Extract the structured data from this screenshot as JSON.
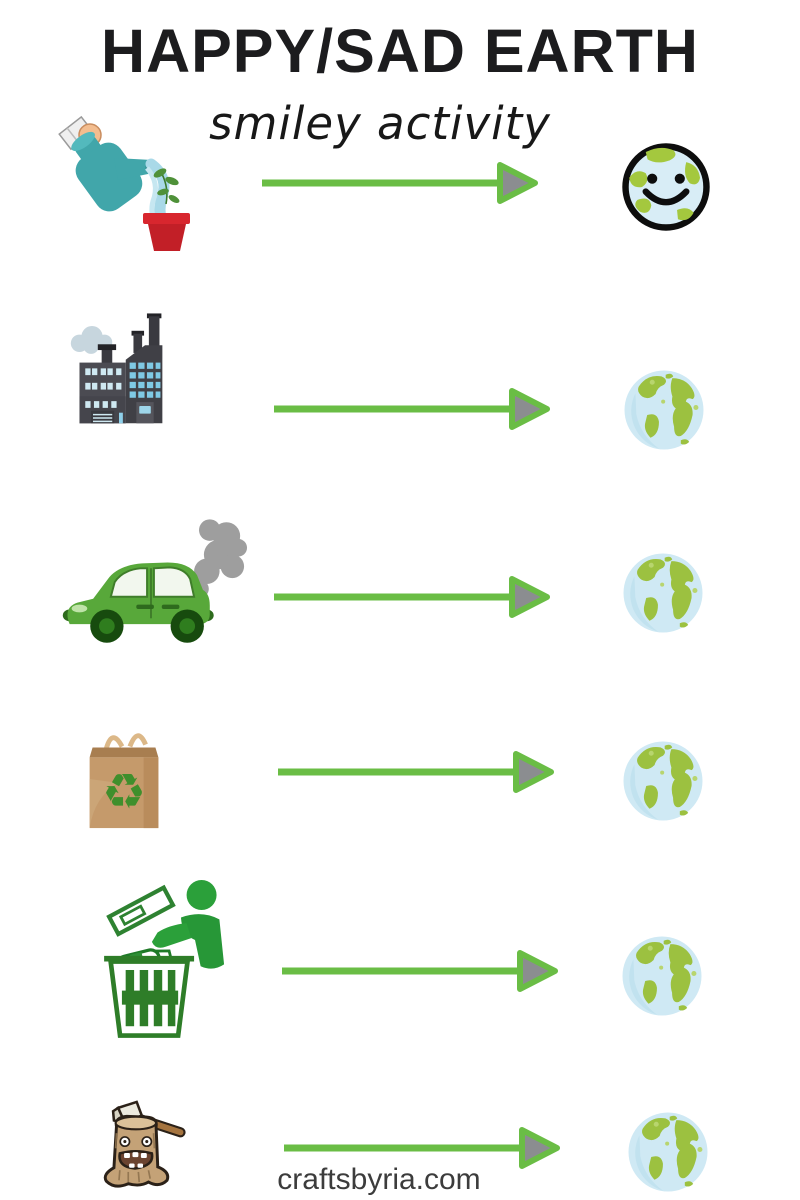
{
  "page": {
    "title": "HAPPY/SAD EARTH",
    "subtitle": "smiley activity",
    "footer": "craftsbyria.com"
  },
  "rows": [
    {
      "activity_icon": "watering-plants-icon",
      "connector_icon": "green-arrow-icon",
      "earth_icon": "happy-smiley-earth-icon",
      "earth_state": "happy"
    },
    {
      "activity_icon": "factory-pollution-icon",
      "connector_icon": "green-arrow-icon",
      "earth_icon": "earth-globe-icon",
      "earth_state": "blank"
    },
    {
      "activity_icon": "car-exhaust-icon",
      "connector_icon": "green-arrow-icon",
      "earth_icon": "earth-globe-icon",
      "earth_state": "blank"
    },
    {
      "activity_icon": "recycle-paper-bag-icon",
      "connector_icon": "green-arrow-icon",
      "earth_icon": "earth-globe-icon",
      "earth_state": "blank"
    },
    {
      "activity_icon": "throw-trash-in-bin-icon",
      "connector_icon": "green-arrow-icon",
      "earth_icon": "earth-globe-icon",
      "earth_state": "blank"
    },
    {
      "activity_icon": "chopped-tree-stump-icon",
      "connector_icon": "green-arrow-icon",
      "earth_icon": "earth-globe-icon",
      "earth_state": "blank"
    }
  ],
  "colors": {
    "arrow_green": "#6abd45",
    "arrowhead_gray": "#8b8d90",
    "title_text": "#1c1c1e",
    "footer_text": "#3c3c3c",
    "earth_ocean_blue": "#cfe9f4",
    "earth_land_green": "#9cc140"
  }
}
